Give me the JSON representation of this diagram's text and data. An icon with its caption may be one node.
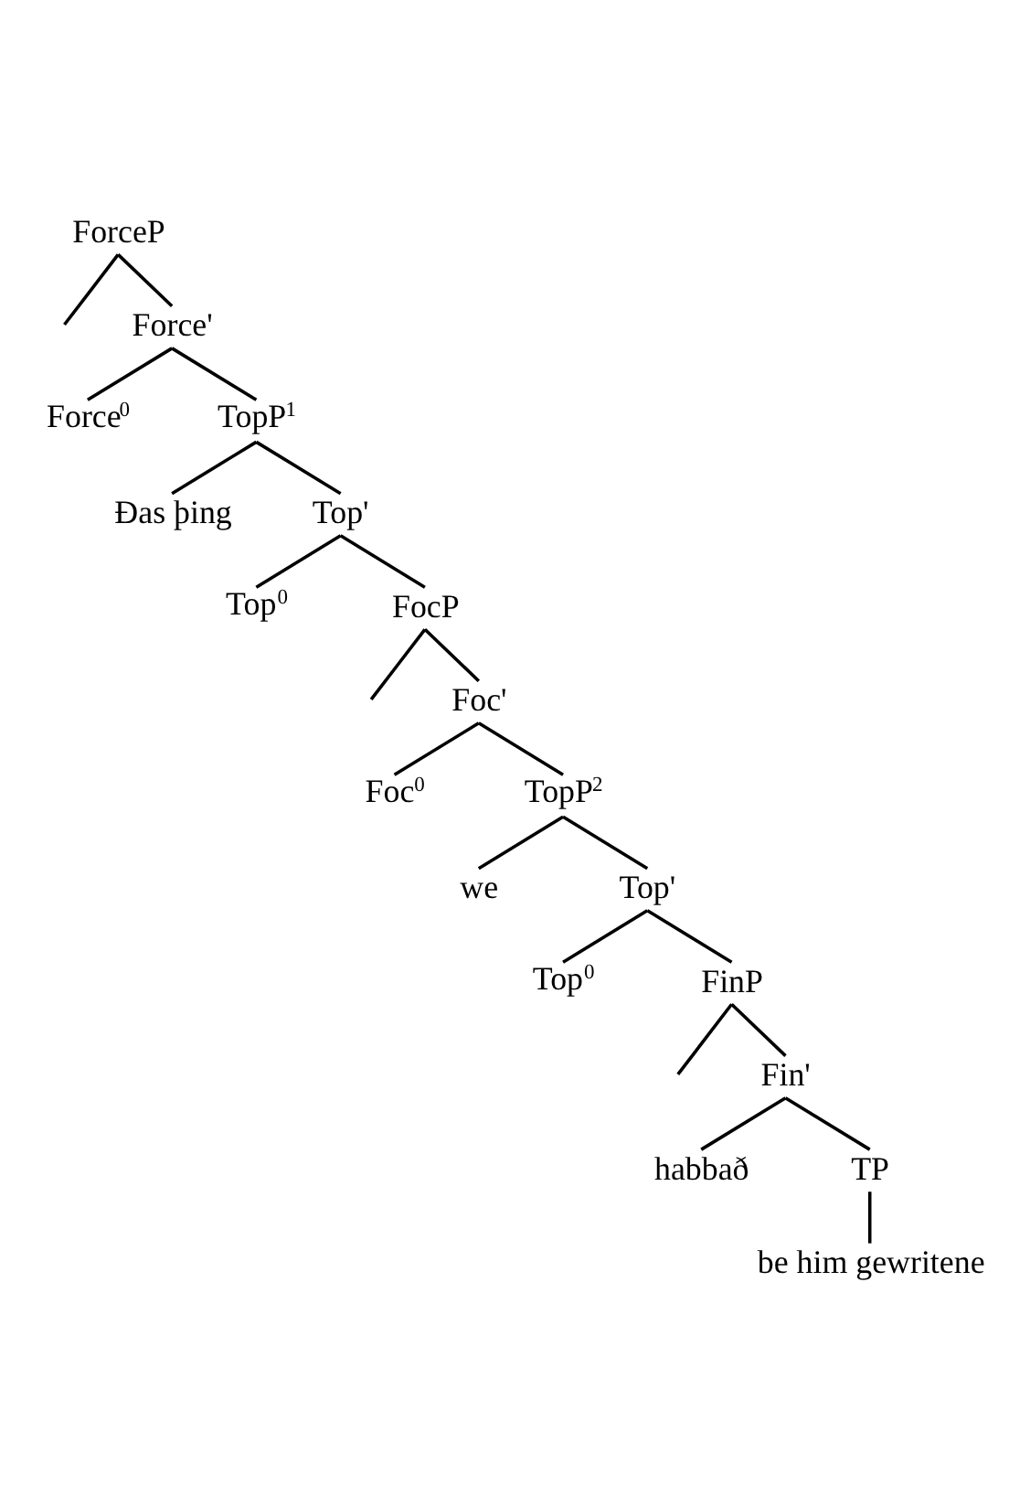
{
  "diagram": {
    "nodes": [
      {
        "text": [
          "ForceP"
        ]
      },
      {
        "text": [
          "Force'"
        ]
      },
      {
        "text": [
          "Force$^{0}$"
        ]
      },
      {
        "text": [
          "TopP$^{1}$"
        ]
      },
      {
        "text": [
          "Đas þing"
        ]
      },
      {
        "text": [
          "Top'"
        ]
      },
      {
        "text": [
          "Top$^{0}$"
        ]
      },
      {
        "text": [
          "FocP"
        ]
      },
      {
        "text": [
          "Foc'"
        ]
      },
      {
        "text": [
          "Foc$^{0}$"
        ]
      },
      {
        "text": [
          "TopP$^{2}$"
        ]
      },
      {
        "text": [
          "we"
        ]
      },
      {
        "text": [
          "Top'"
        ]
      },
      {
        "text": [
          "Top$^{0}$"
        ]
      },
      {
        "text": [
          "FinP"
        ]
      },
      {
        "text": [
          "Fin'"
        ]
      },
      {
        "text": [
          "habbað"
        ]
      },
      {
        "text": [
          "TP"
        ]
      },
      {
        "text": [
          "be him gewritene"
        ]
      }
    ],
    "edges": [
      {
        "from": 0,
        "to": null,
        "arrow": "none"
      },
      {
        "from": 0,
        "to": 1,
        "arrow": "none"
      },
      {
        "from": 1,
        "to": 2,
        "arrow": "none"
      },
      {
        "from": 1,
        "to": 3,
        "arrow": "none"
      },
      {
        "from": 3,
        "to": 4,
        "arrow": "none"
      },
      {
        "from": 3,
        "to": 5,
        "arrow": "none"
      },
      {
        "from": 5,
        "to": 6,
        "arrow": "none"
      },
      {
        "from": 5,
        "to": 7,
        "arrow": "none"
      },
      {
        "from": 7,
        "to": null,
        "arrow": "none"
      },
      {
        "from": 7,
        "to": 8,
        "arrow": "none"
      },
      {
        "from": 8,
        "to": 9,
        "arrow": "none"
      },
      {
        "from": 8,
        "to": 10,
        "arrow": "none"
      },
      {
        "from": 10,
        "to": 11,
        "arrow": "none"
      },
      {
        "from": 10,
        "to": 12,
        "arrow": "none"
      },
      {
        "from": 12,
        "to": 13,
        "arrow": "none"
      },
      {
        "from": 12,
        "to": 14,
        "arrow": "none"
      },
      {
        "from": 14,
        "to": null,
        "arrow": "none"
      },
      {
        "from": 14,
        "to": 15,
        "arrow": "none"
      },
      {
        "from": 15,
        "to": 16,
        "arrow": "none"
      },
      {
        "from": 15,
        "to": 17,
        "arrow": "none"
      },
      {
        "from": 17,
        "to": 18,
        "arrow": "none"
      }
    ]
  }
}
